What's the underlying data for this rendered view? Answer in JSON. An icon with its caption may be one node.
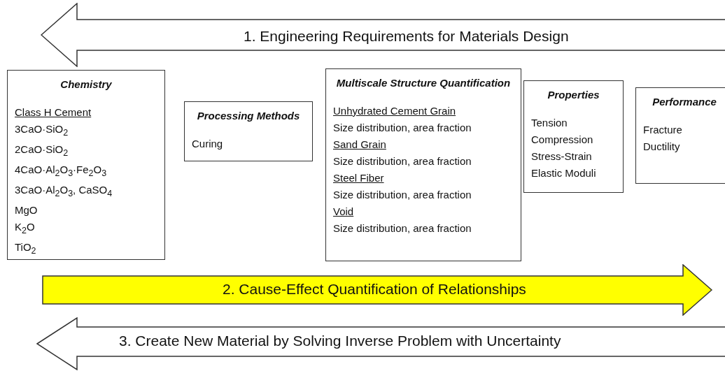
{
  "diagram": {
    "nodes": [
      {
        "text": [
          "1. Engineering Requirements for Materials Design"
        ]
      },
      {
        "text": [
          "Chemistry",
          "Class H Cement",
          "3CaO·SiO$_{2}$",
          "2CaO·SiO$_{2}$",
          "4CaO·Al$_{2}$O$_{3}$·Fe$_{2}$O$_{3}$",
          "3CaO·Al$_{2}$O$_{3}$, CaSO$_{4}$",
          "MgO",
          "K$_{2}$O",
          "TiO$_{2}$"
        ]
      },
      {
        "text": [
          "Processing Methods",
          "Curing"
        ]
      },
      {
        "text": [
          "Multiscale Structure Quantification",
          "Unhydrated Cement Grain",
          "Size distribution, area fraction",
          "Sand Grain",
          "Size distribution, area fraction",
          "Steel Fiber",
          "Size distribution, area fraction",
          "Void",
          "Size distribution, area fraction"
        ]
      },
      {
        "text": [
          "Properties",
          "Tension",
          "Compression",
          "Stress-Strain",
          "Elastic Moduli"
        ]
      },
      {
        "text": [
          "Performance",
          "Fracture",
          "Ductility"
        ]
      },
      {
        "text": [
          "2. Cause-Effect Quantification of Relationships"
        ]
      },
      {
        "text": [
          "3. Create New Material by Solving Inverse Problem with Uncertainty"
        ]
      }
    ],
    "edges": []
  }
}
